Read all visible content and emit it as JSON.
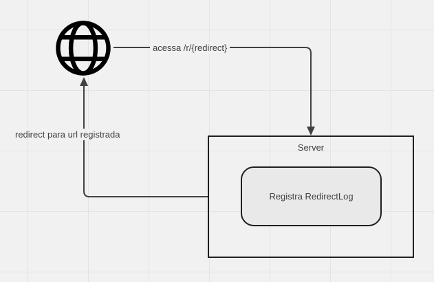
{
  "diagram": {
    "title": "redirect-flow-diagram",
    "nodes": {
      "browser": {
        "icon": "globe-icon",
        "type": "internet-client"
      },
      "server": {
        "title": "Server"
      },
      "process": {
        "label": "Registra RedirectLog"
      }
    },
    "edges": {
      "request": {
        "label": "acessa /r/{redirect}",
        "from": "browser",
        "to": "server"
      },
      "redirect": {
        "label": "redirect para url registrada",
        "from": "server",
        "to": "browser"
      }
    },
    "colors": {
      "canvas_background": "#f1f1f1",
      "grid_line": "#e3e3e3",
      "connector": "#424242",
      "shape_border": "#1f1f1f",
      "process_fill": "#e9e9e9",
      "icon": "#000000",
      "text": "#3f3f3f"
    }
  }
}
